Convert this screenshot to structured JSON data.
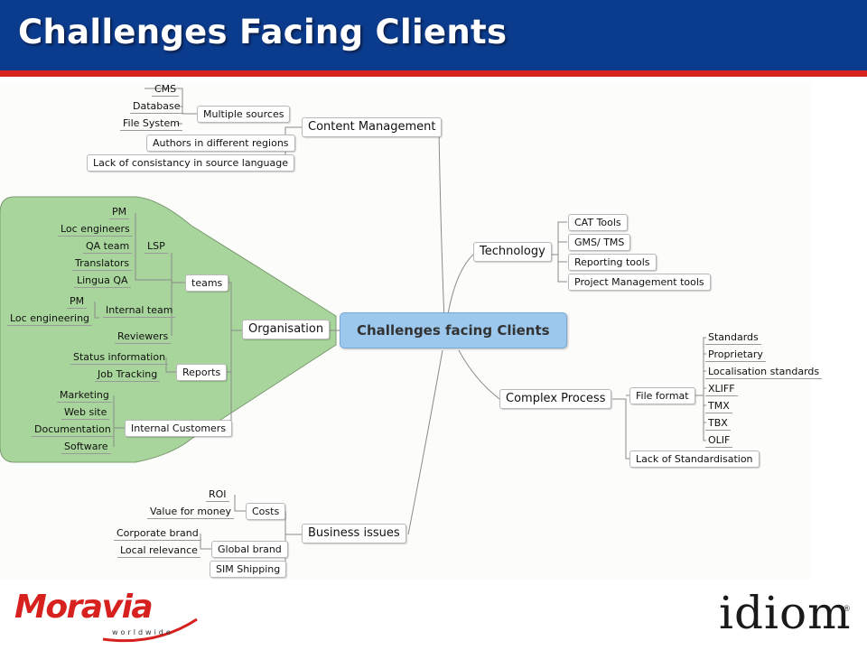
{
  "slide": {
    "title": "Challenges Facing Clients"
  },
  "mindmap": {
    "center": "Challenges facing Clients",
    "content_management": {
      "label": "Content Management",
      "multiple_sources": {
        "label": "Multiple sources",
        "items": [
          "CMS",
          "Database",
          "File System"
        ]
      },
      "authors": "Authors in different regions",
      "lack": "Lack of consistancy in source language"
    },
    "technology": {
      "label": "Technology",
      "items": [
        "CAT Tools",
        "GMS/ TMS",
        "Reporting tools",
        "Project Management tools"
      ]
    },
    "complex_process": {
      "label": "Complex Process",
      "file_format": {
        "label": "File format",
        "items": [
          "Standards",
          "Proprietary",
          "Localisation standards",
          "XLIFF",
          "TMX",
          "TBX",
          "OLIF"
        ]
      },
      "lack": "Lack of Standardisation"
    },
    "organisation": {
      "label": "Organisation",
      "teams": {
        "label": "teams",
        "lsp": {
          "label": "LSP",
          "items": [
            "PM",
            "Loc engineers",
            "QA team",
            "Translators",
            "Lingua QA"
          ]
        },
        "internal_team": {
          "label": "Internal team",
          "items": [
            "PM",
            "Loc engineering"
          ]
        },
        "reviewers": "Reviewers"
      },
      "reports": {
        "label": "Reports",
        "items": [
          "Status information",
          "Job Tracking"
        ]
      },
      "internal_customers": {
        "label": "Internal Customers",
        "items": [
          "Marketing",
          "Web site",
          "Documentation",
          "Software"
        ]
      }
    },
    "business_issues": {
      "label": "Business issues",
      "costs": {
        "label": "Costs",
        "items": [
          "ROI",
          "Value for money"
        ]
      },
      "global_brand": {
        "label": "Global brand",
        "items": [
          "Corporate brand",
          "Local relevance"
        ]
      },
      "sim_shipping": "SIM Shipping"
    }
  },
  "logos": {
    "moravia": {
      "name": "Moravia",
      "tagline": "worldwide"
    },
    "idiom": {
      "name": "idiom"
    }
  },
  "colors": {
    "header": "#0b3b8c",
    "header_stripe": "#d6211f",
    "center_node": "#9cc8ee",
    "organisation_highlight": "#a8d59b",
    "moravia_red": "#d6211f"
  }
}
